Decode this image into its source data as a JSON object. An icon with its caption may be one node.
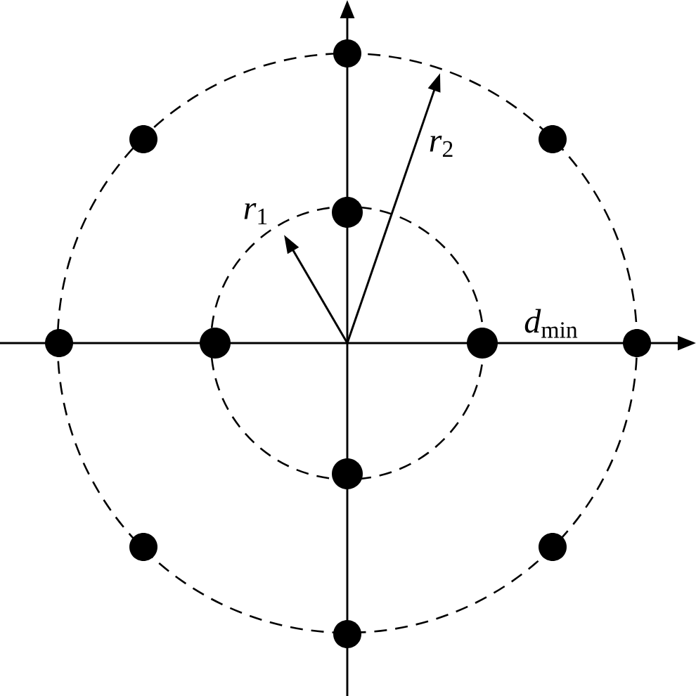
{
  "diagram": {
    "nodes": [
      {
        "text": [],
        "shape": "circle"
      },
      {
        "text": [],
        "shape": "circle"
      },
      {
        "text": [],
        "shape": "circle"
      },
      {
        "text": [],
        "shape": "circle"
      },
      {
        "text": [],
        "shape": "circle"
      },
      {
        "text": [],
        "shape": "circle"
      },
      {
        "text": [],
        "shape": "circle"
      },
      {
        "text": [],
        "shape": "circle"
      },
      {
        "text": [],
        "shape": "circle"
      },
      {
        "text": [],
        "shape": "circle"
      },
      {
        "text": [],
        "shape": "circle"
      },
      {
        "text": [],
        "shape": "circle"
      }
    ],
    "labels": [
      "*r*$_{1}$",
      "*r*$_{2}$",
      "*d*$_{min}$"
    ]
  }
}
